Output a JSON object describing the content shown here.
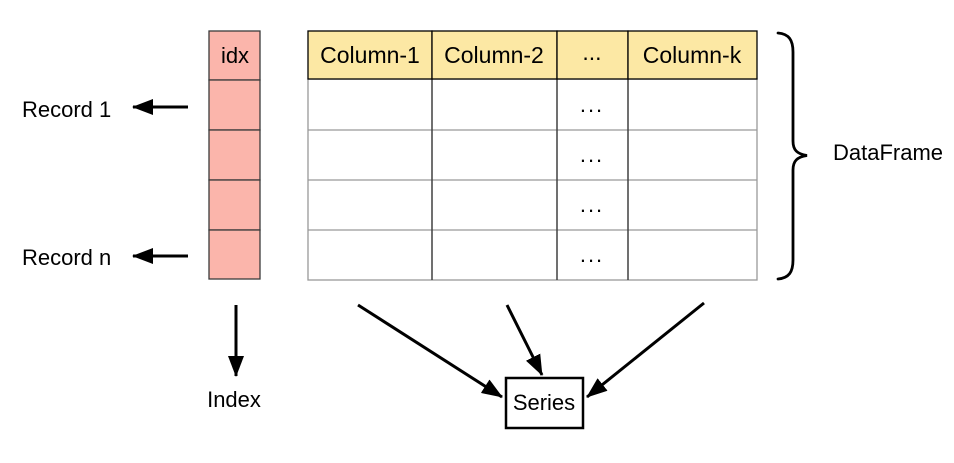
{
  "colors": {
    "background": "#ffffff",
    "index_fill": "#fbb5ab",
    "index_stroke": "#3b3b3b",
    "header_fill": "#fce8a4",
    "header_stroke": "#000000",
    "grid_line": "#999999",
    "column_divider": "#404040",
    "arrow": "#000000"
  },
  "index_column": {
    "header": "idx",
    "cells": [
      "",
      "",
      "",
      ""
    ],
    "caption": "Index"
  },
  "table": {
    "headers": [
      "Column-1",
      "Column-2",
      "...",
      "Column-k"
    ],
    "rows": [
      [
        "",
        "",
        "...",
        ""
      ],
      [
        "",
        "",
        "...",
        ""
      ],
      [
        "",
        "",
        "...",
        ""
      ],
      [
        "",
        "",
        "...",
        ""
      ]
    ]
  },
  "annotations": {
    "record_first": "Record 1",
    "record_last": "Record n",
    "dataframe": "DataFrame",
    "series": "Series"
  }
}
